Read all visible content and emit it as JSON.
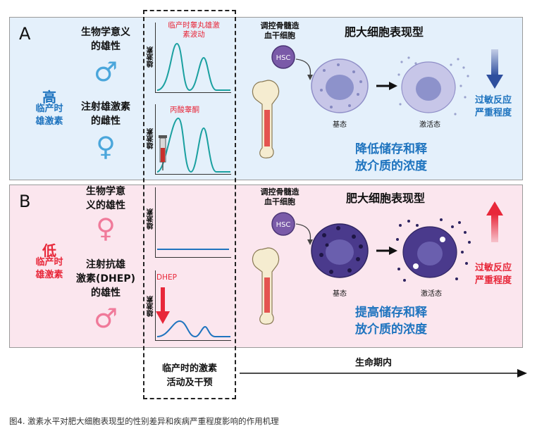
{
  "panel_a": {
    "letter": "A",
    "condition_level": "高",
    "condition_lines": [
      "临产时",
      "雄激素"
    ],
    "group1": [
      "生物学意义",
      "的雄性"
    ],
    "group2": [
      "注射雄激素",
      "的雌性"
    ],
    "chart1_title": [
      "临产时睾丸雄激",
      "素波动"
    ],
    "chart2_title": "丙酸睾酮",
    "ylabel": "雄激素",
    "progenitor": [
      "调控骨髓造",
      "血干细胞"
    ],
    "hsc": "HSC",
    "phenotype_title": "肥大细胞表现型",
    "state_basal": "基态",
    "state_activated": "激活态",
    "effect": [
      "过敏反应",
      "严重程度"
    ],
    "description": [
      "降低储存和释",
      "放介质的浓度"
    ],
    "arrow_color": "#2e4f9e"
  },
  "panel_b": {
    "letter": "B",
    "condition_level": "低",
    "condition_lines": [
      "临产时",
      "雄激素"
    ],
    "group1": [
      "生物学意",
      "义的雄性"
    ],
    "group2": [
      "注射抗雄",
      "激素(DHEP)",
      "的雄性"
    ],
    "chart2_title": "DHEP",
    "ylabel": "雄激素",
    "progenitor": [
      "调控骨髓造",
      "血干细胞"
    ],
    "hsc": "HSC",
    "phenotype_title": "肥大细胞表现型",
    "state_basal": "基态",
    "state_activated": "激活态",
    "effect": [
      "过敏反应",
      "严重程度"
    ],
    "description": [
      "提高储存和释",
      "放介质的浓度"
    ],
    "arrow_color": "#e8283a"
  },
  "bottom": {
    "intervention": [
      "临产时的激素",
      "活动及干预"
    ],
    "lifespan": "生命期内"
  },
  "caption": "图4. 激素水平对肥大细胞表现型的性别差异和疾病严重程度影响的作用机理",
  "icons": [
    "male-symbol-icon",
    "female-symbol-icon",
    "syringe-icon",
    "femur-bone-icon",
    "hsc-cell-icon",
    "mast-cell-icon",
    "down-arrow-icon",
    "up-arrow-icon"
  ]
}
